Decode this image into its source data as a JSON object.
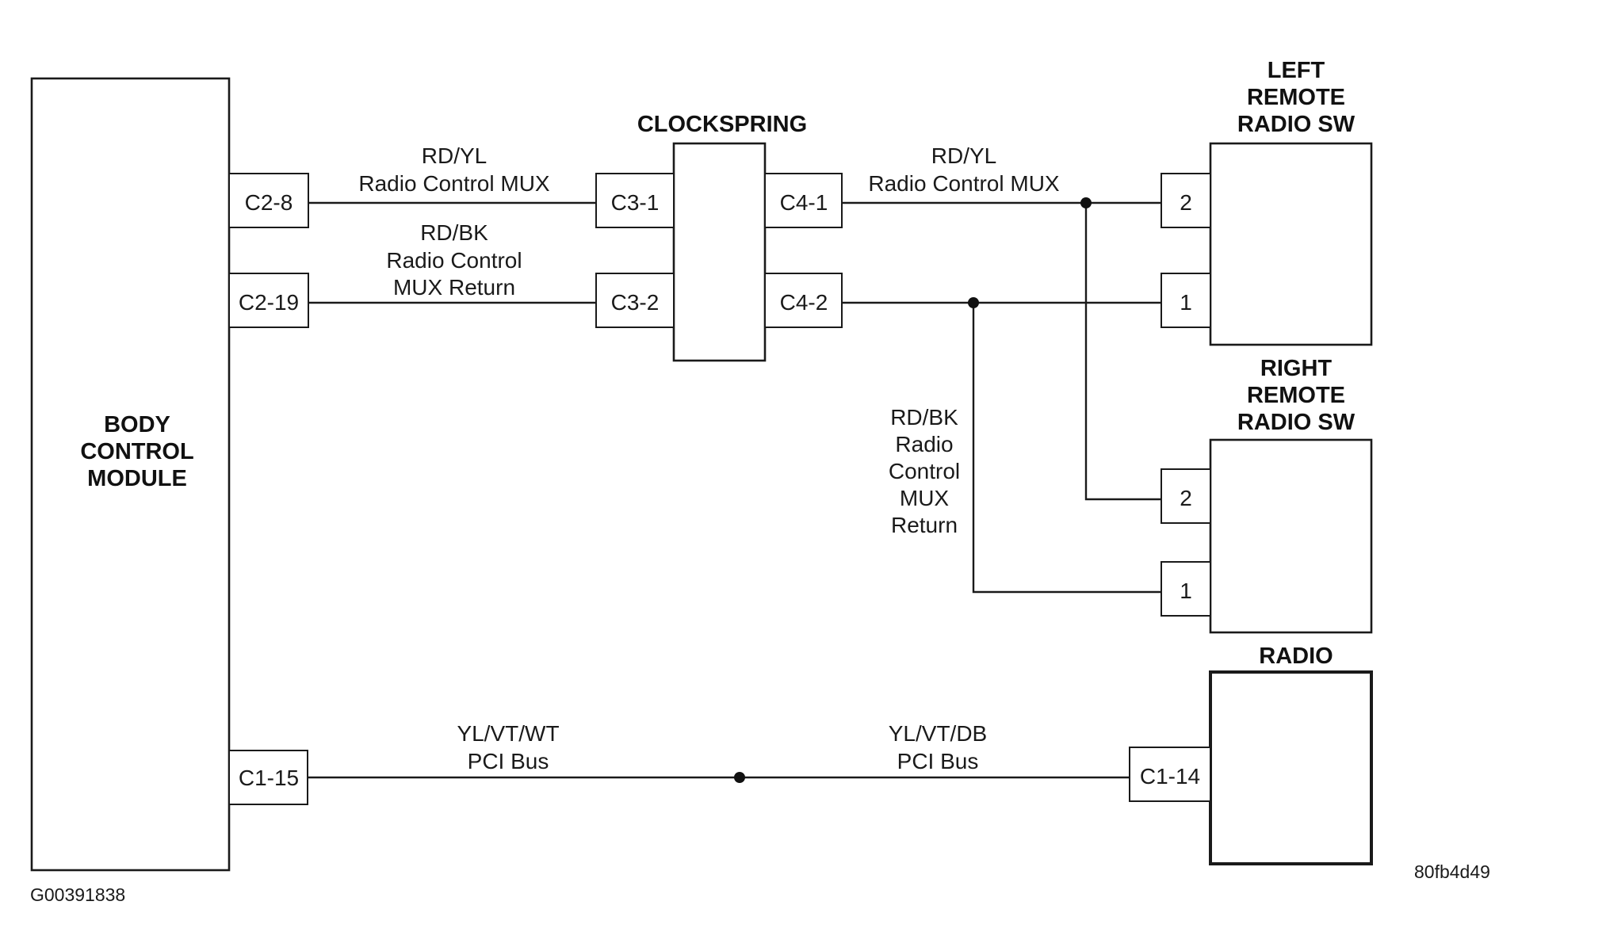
{
  "components": {
    "bcm": [
      "BODY",
      "CONTROL",
      "MODULE"
    ],
    "clockspring": "CLOCKSPRING",
    "left_switch": [
      "LEFT",
      "REMOTE",
      "RADIO SW"
    ],
    "right_switch": [
      "RIGHT",
      "REMOTE",
      "RADIO SW"
    ],
    "radio": "RADIO"
  },
  "connectors": {
    "c2_8": "C2-8",
    "c2_19": "C2-19",
    "c1_15": "C1-15",
    "c3_1": "C3-1",
    "c3_2": "C3-2",
    "c4_1": "C4-1",
    "c4_2": "C4-2",
    "c1_14": "C1-14",
    "left_pin2": "2",
    "left_pin1": "1",
    "right_pin2": "2",
    "right_pin1": "1"
  },
  "wires": {
    "mux_left": [
      "RD/YL",
      "Radio Control MUX"
    ],
    "return_left": [
      "RD/BK",
      "Radio Control",
      "MUX Return"
    ],
    "mux_right": [
      "RD/YL",
      "Radio Control MUX"
    ],
    "return_right": [
      "RD/BK",
      "Radio",
      "Control",
      "MUX",
      "Return"
    ],
    "pci_left": [
      "YL/VT/WT",
      "PCI Bus"
    ],
    "pci_right": [
      "YL/VT/DB",
      "PCI Bus"
    ]
  },
  "footer": {
    "figure_id": "G00391838",
    "code": "80fb4d49"
  }
}
